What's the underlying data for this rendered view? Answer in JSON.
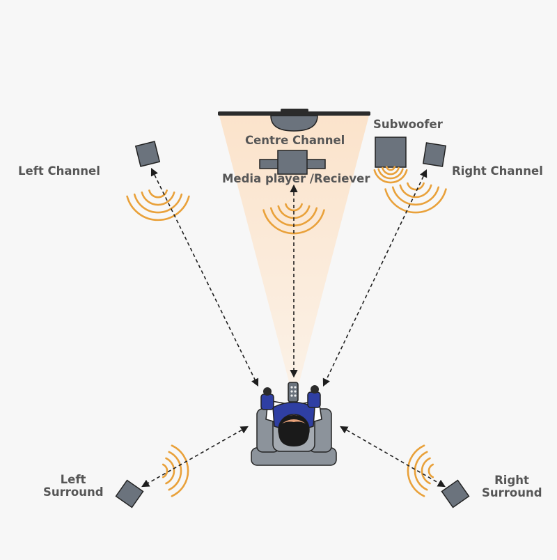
{
  "labels": {
    "left_channel": "Left Channel",
    "right_channel": "Right Channel",
    "centre_channel": "Centre Channel",
    "subwoofer": "Subwoofer",
    "media_player": "Media player /Reciever",
    "left_surround_line1": "Left",
    "left_surround_line2": "Surround",
    "right_surround_line1": "Right",
    "right_surround_line2": "Surround"
  },
  "colors": {
    "background": "#f7f7f7",
    "speaker": "#6b737d",
    "outline": "#222222",
    "sound_wave": "#e9a13a",
    "viewing_cone": "#fbe9d6",
    "label_text": "#565656",
    "chair": "#8c939b",
    "shirt": "#2f3fa3"
  },
  "icons": [
    "tv-icon",
    "speaker-icon",
    "subwoofer-icon",
    "receiver-icon",
    "person-icon",
    "remote-icon",
    "sound-wave-icon",
    "arrow-icon"
  ]
}
